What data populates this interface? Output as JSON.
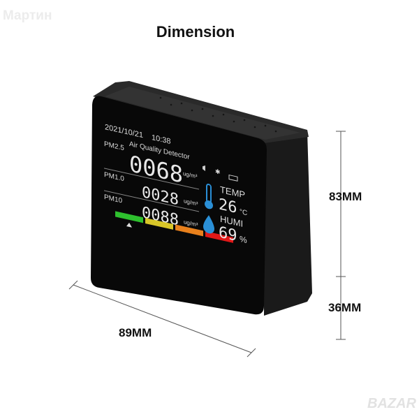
{
  "title": "Dimension",
  "watermark": "Мартин",
  "watermark_logo": "BAZAR",
  "dimensions": {
    "height": "83MM",
    "depth": "36MM",
    "width": "89MM"
  },
  "screen": {
    "date": "2021/10/21",
    "time": "10:38",
    "label": "Air Quality Detector",
    "pm25_label": "PM2.5",
    "pm25_value": "0068",
    "pm10_label": "PM1.0",
    "pm10_value": "0028",
    "pm100_label": "PM10",
    "pm100_value": "0088",
    "unit": "ug/m³",
    "temp_label": "TEMP",
    "temp_value": "26",
    "temp_unit": "°C",
    "humi_label": "HUMI",
    "humi_value": "69",
    "humi_unit": "%",
    "aqi_colors": [
      "#2ec02e",
      "#d8c628",
      "#e8801c",
      "#e01818"
    ],
    "icons": [
      "speaker-icon",
      "bluetooth-icon",
      "battery-icon",
      "thermometer-icon",
      "water-drop-icon",
      "level-indicator-icon"
    ]
  }
}
